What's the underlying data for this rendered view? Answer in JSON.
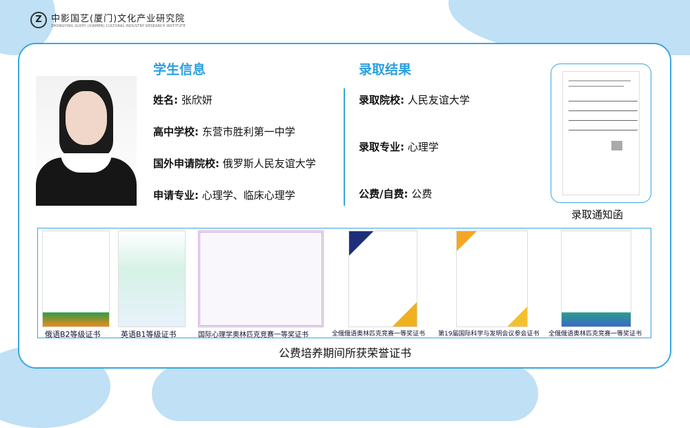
{
  "header": {
    "org_cn": "中影国艺(厦门)文化产业研究院",
    "org_en": "ZHONGYING GUOYI (XIAMEN) CULTURAL INDUSTRY RESEARCH INSTITUTE",
    "logo_letter": "Z"
  },
  "student": {
    "title": "学生信息",
    "fields": [
      {
        "label": "姓名:",
        "value": "张欣妍"
      },
      {
        "label": "高中学校:",
        "value": "东营市胜利第一中学"
      },
      {
        "label": "国外申请院校:",
        "value": "俄罗斯人民友谊大学"
      },
      {
        "label": "申请专业:",
        "value": "心理学、临床心理学"
      }
    ]
  },
  "result": {
    "title": "录取结果",
    "fields": [
      {
        "label": "录取院校:",
        "value": "人民友谊大学"
      },
      {
        "label": "录取专业:",
        "value": "心理学"
      },
      {
        "label": "公费/自费:",
        "value": "公费"
      }
    ]
  },
  "notice": {
    "label": "录取通知函"
  },
  "certificates": {
    "items": [
      "俄语B2等级证书",
      "英语B1等级证书",
      "国际心理学奥林匹克竞赛一等奖证书",
      "全俄俄语奥林匹克竞赛一等奖证书",
      "第19届国际科学与发明会议参会证书",
      "全俄俄语奥林匹克竞赛一等奖证书"
    ],
    "label": "公费培养期间所获荣誉证书"
  },
  "colors": {
    "accent": "#2a9fe0",
    "blob": "#bfe0f5"
  }
}
